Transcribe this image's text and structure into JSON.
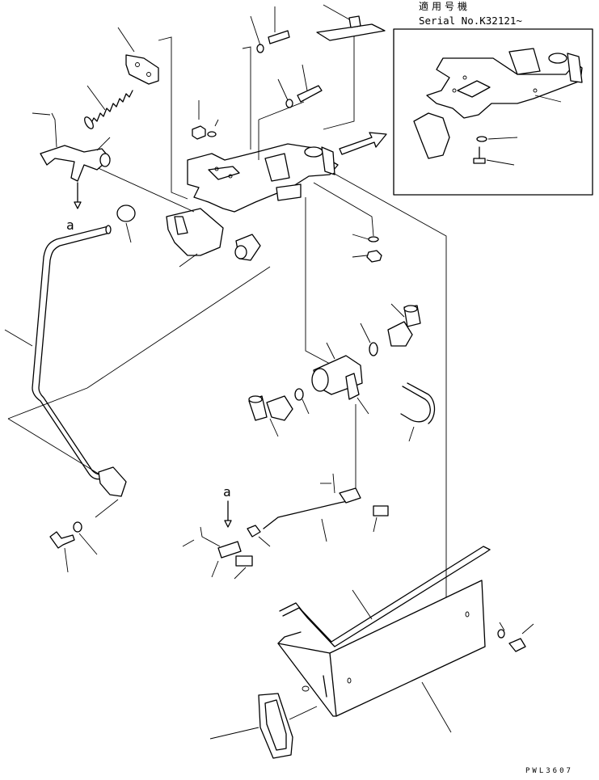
{
  "applicability": {
    "heading": "適用号機",
    "serial": "Serial No.K32121~"
  },
  "callouts": {
    "view_a_top": "a",
    "view_a_bottom": "a"
  },
  "drawing_code": "PWL3607"
}
